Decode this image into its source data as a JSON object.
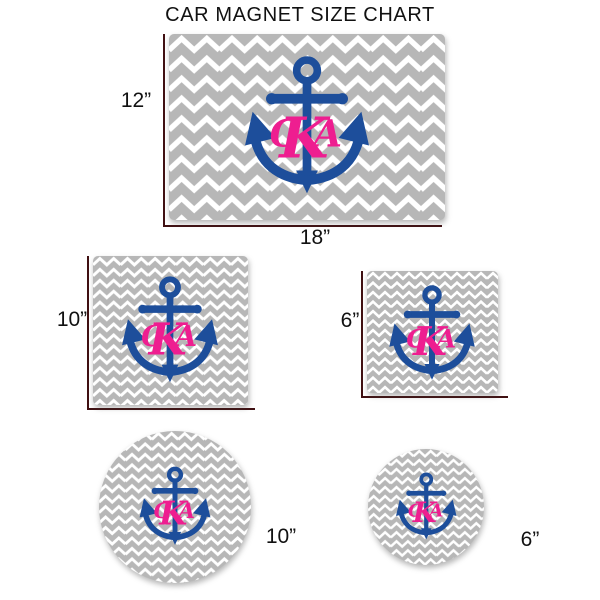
{
  "title": "CAR MAGNET SIZE CHART",
  "monogram": {
    "left": "C",
    "middle": "K",
    "right": "A"
  },
  "colors": {
    "navy": "#1d4e9b",
    "pink": "#ee1e90",
    "pattern_gray": "#b7b7b7",
    "pattern_line": "#ffffff",
    "dimension_line": "#401012",
    "text": "#111111",
    "background": "#ffffff"
  },
  "magnets": {
    "rectangle_18x12": {
      "shape": "rectangle",
      "width_label": "18”",
      "height_label": "12”"
    },
    "square_10": {
      "shape": "square",
      "size_label": "10”"
    },
    "square_6": {
      "shape": "square",
      "size_label": "6”"
    },
    "circle_10": {
      "shape": "circle",
      "size_label": "10”"
    },
    "circle_6": {
      "shape": "circle",
      "size_label": "6”"
    }
  }
}
